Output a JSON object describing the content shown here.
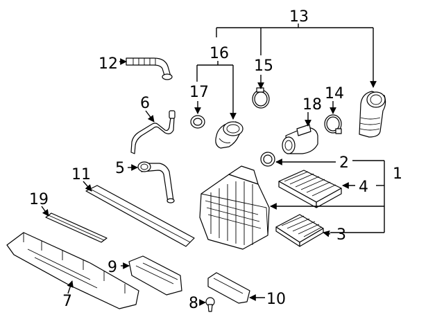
{
  "diagram": {
    "callouts": {
      "c1": "1",
      "c2": "2",
      "c3": "3",
      "c4": "4",
      "c5": "5",
      "c6": "6",
      "c7": "7",
      "c8": "8",
      "c9": "9",
      "c10": "10",
      "c11": "11",
      "c12": "12",
      "c13": "13",
      "c14": "14",
      "c15": "15",
      "c16": "16",
      "c17": "17",
      "c18": "18",
      "c19": "19"
    },
    "line_color": "#000000",
    "background": "#ffffff"
  }
}
